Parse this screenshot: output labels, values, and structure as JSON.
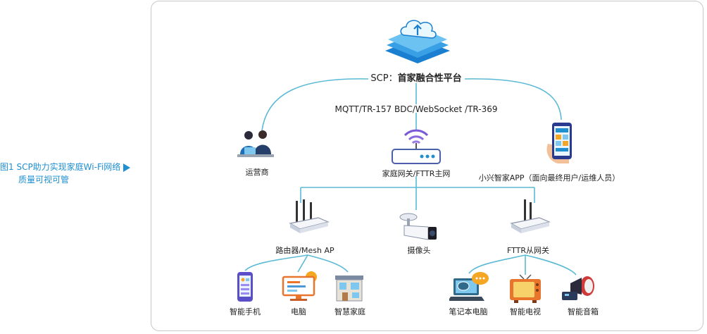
{
  "caption": {
    "line1": "图1 SCP助力实现家庭Wi-Fi网络",
    "line2": "质量可视可管"
  },
  "platform": {
    "prefix": "SCP：",
    "name": "首家融合性平台"
  },
  "protocols": "MQTT/TR-157 BDC/WebSocket /TR-369",
  "nodes": {
    "operator": "运营商",
    "gateway": "家庭网关/FTTR主网",
    "app": "小兴智家APP（面向最终用户/运维人员）",
    "router": "路由器/Mesh AP",
    "camera": "摄像头",
    "fttr_slave": "FTTR从网关"
  },
  "devices": {
    "phone": "智能手机",
    "pc": "电脑",
    "smarthome": "智慧家庭",
    "laptop": "笔记本电脑",
    "tv": "智能电视",
    "speaker": "智能音箱"
  },
  "colors": {
    "accent": "#1f8fd0",
    "line": "#5bbad5"
  }
}
